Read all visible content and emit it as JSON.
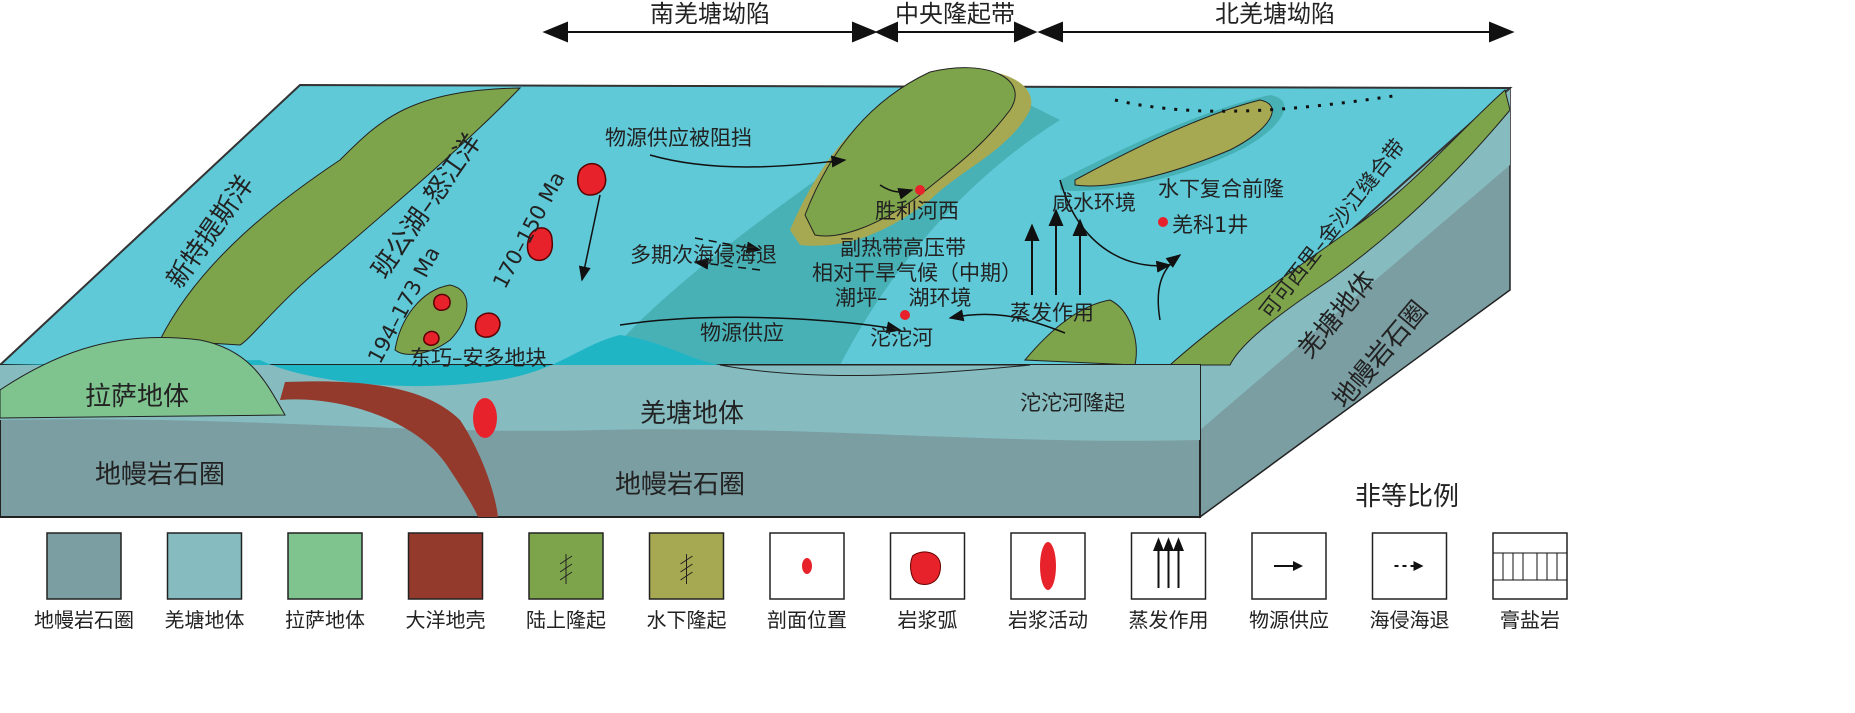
{
  "header": {
    "south": "南羌塘坳陷",
    "central": "中央隆起带",
    "north": "北羌塘坳陷"
  },
  "labels": {
    "neotethys": "新特提斯洋",
    "bangong": "班公湖–怒江洋",
    "age1": "170–150 Ma",
    "age2": "194–173 Ma",
    "dongqiao": "东巧–安多地块",
    "blocked": "物源供应被阻挡",
    "transgression": "多期次海侵海退",
    "supply": "物源供应",
    "shenglihexi": "胜利河西",
    "subtropical": "副热带高压带",
    "climate": "相对干旱气候（中期）",
    "tidal": "潮坪–　湖环境",
    "tuotuohe": "沱沱河",
    "saline": "咸水环境",
    "evap": "蒸发作用",
    "qiangke": "羌科1井",
    "submarine_uplift": "水下复合前隆",
    "suture": "可可西里–金沙江缝合带",
    "tuotuohe_uplift": "沱沱河隆起",
    "lhasa": "拉萨地体",
    "qiangtang_front": "羌塘地体",
    "mantle_left": "地幔岩石圈",
    "mantle_mid": "地幔岩石圈",
    "qiangtang_side": "羌塘地体",
    "mantle_side": "地幔岩石圈",
    "scale": "非等比例"
  },
  "legend": [
    {
      "label": "地幔岩石圈",
      "color": "#7b9ea3"
    },
    {
      "label": "羌塘地体",
      "color": "#86bcc0"
    },
    {
      "label": "拉萨地体",
      "color": "#7fc48f"
    },
    {
      "label": "大洋地壳",
      "color": "#943a2c"
    },
    {
      "label": "陆上隆起",
      "color": "#7ea44b"
    },
    {
      "label": "水下隆起",
      "color": "#a7a852"
    },
    {
      "label": "剖面位置",
      "color": "#ffffff"
    },
    {
      "label": "岩浆弧",
      "color": "#ffffff"
    },
    {
      "label": "岩浆活动",
      "color": "#ffffff"
    },
    {
      "label": "蒸发作用",
      "color": "#ffffff"
    },
    {
      "label": "物源供应",
      "color": "#ffffff"
    },
    {
      "label": "海侵海退",
      "color": "#ffffff"
    },
    {
      "label": "膏盐岩",
      "color": "#ffffff"
    }
  ],
  "colors": {
    "sea": "#5fc9d7",
    "shallow": "#47b1b6",
    "red": "#e8222a"
  }
}
